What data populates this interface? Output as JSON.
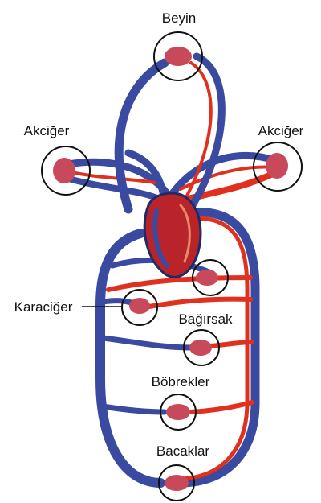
{
  "colors": {
    "vein": "#3a4aa0",
    "vein_dark": "#1f2a66",
    "artery": "#e0301e",
    "heart": "#b8242a",
    "ring": "#111111"
  },
  "labels": {
    "brain": "Beyin",
    "lung_left": "Akciğer",
    "lung_right": "Akciğer",
    "liver": "Karaciğer",
    "intestine": "Bağırsak",
    "kidneys": "Böbrekler",
    "legs": "Bacaklar"
  }
}
